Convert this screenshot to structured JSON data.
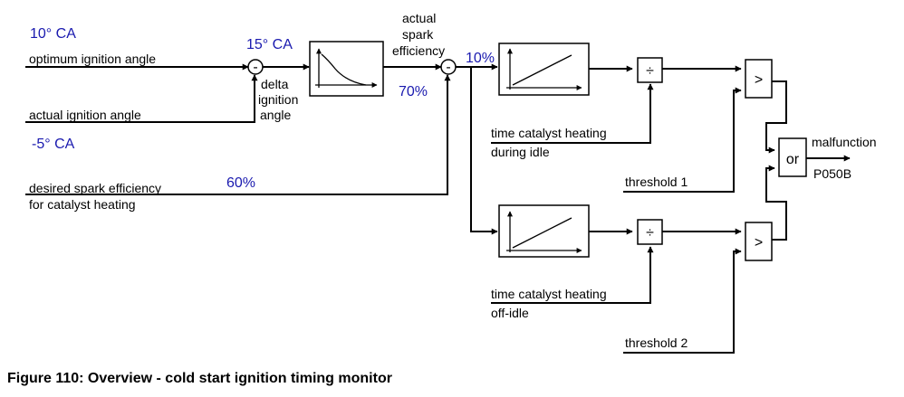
{
  "blue_values": {
    "optimum_angle": "10° CA",
    "delta_angle": "15° CA",
    "actual_angle": "-5° CA",
    "efficiency_upper": "10%",
    "efficiency_lower": "70%",
    "desired_efficiency": "60%"
  },
  "inputs": {
    "optimum_ignition_angle": "optimum ignition angle",
    "actual_ignition_angle": "actual ignition angle",
    "desired_spark_efficiency_line1": "desired spark efficiency",
    "desired_spark_efficiency_line2": "for catalyst heating",
    "time_idle_line1": "time catalyst heating",
    "time_idle_line2": "during idle",
    "time_offidle_line1": "time catalyst heating",
    "time_offidle_line2": "off-idle",
    "threshold_1": "threshold 1",
    "threshold_2": "threshold 2"
  },
  "signals": {
    "delta_line1": "delta",
    "delta_line2": "ignition",
    "delta_line3": "angle",
    "spark_line1": "actual",
    "spark_line2": "spark",
    "spark_line3": "efficiency"
  },
  "operators": {
    "subtract": "-",
    "divide": "÷",
    "compare": ">",
    "or": "or"
  },
  "output": {
    "label": "malfunction",
    "code": "P050B"
  },
  "caption": "Figure 110: Overview - cold start ignition timing monitor",
  "colors": {
    "value_text": "#1a1aaf",
    "line": "#000000",
    "background": "#ffffff"
  }
}
